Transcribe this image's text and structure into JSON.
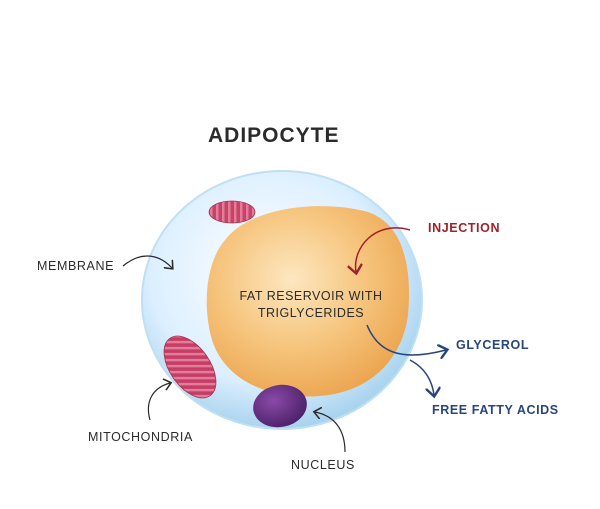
{
  "title": "ADIPOCYTE",
  "labels": {
    "membrane": "MEMBRANE",
    "mitochondria": "MITOCHONDRIA",
    "nucleus": "NUCLEUS",
    "injection": "INJECTION",
    "glycerol": "GLYCEROL",
    "free_fatty_acids": "FREE FATTY ACIDS",
    "fat_reservoir_line1": "FAT RESERVOIR WITH",
    "fat_reservoir_line2": "TRIGLYCERIDES"
  },
  "colors": {
    "text_dark": "#2b2b2b",
    "injection_red": "#a3202a",
    "blue_label": "#27457f",
    "membrane_fill": "#cfe8f6",
    "fat_reservoir": "#f4c27a",
    "mitochondria": "#c8436a",
    "nucleus": "#5b2d7a"
  }
}
